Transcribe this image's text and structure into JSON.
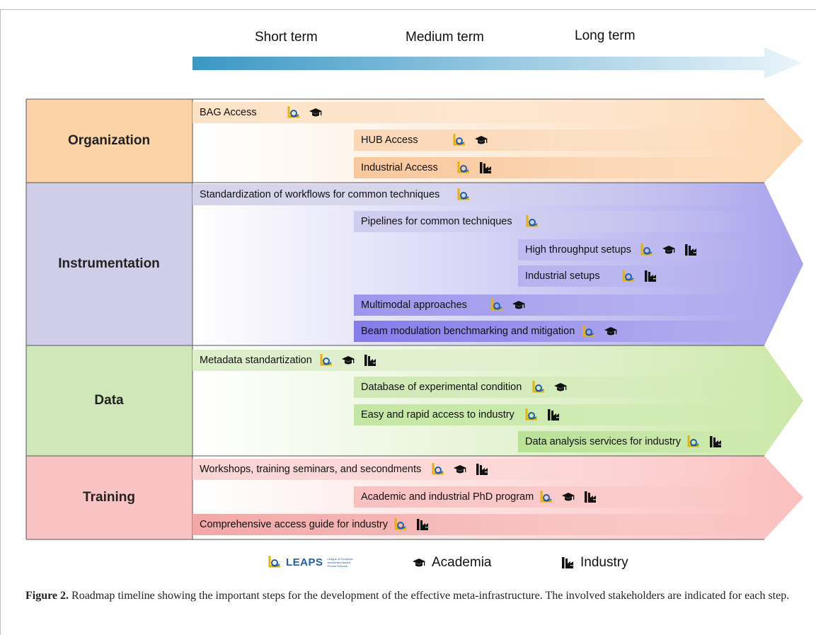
{
  "timeline": {
    "phases": [
      "Short term",
      "Medium term",
      "Long term"
    ]
  },
  "categories": [
    {
      "name": "Organization",
      "color": "#fbd3ad",
      "steps": [
        {
          "label": "BAG Access",
          "stakeholders": [
            "LEAPS",
            "Academia"
          ]
        },
        {
          "label": "HUB Access",
          "stakeholders": [
            "LEAPS",
            "Academia"
          ]
        },
        {
          "label": "Industrial Access",
          "stakeholders": [
            "LEAPS",
            "Industry"
          ]
        }
      ]
    },
    {
      "name": "Instrumentation",
      "color": "#dad9e6",
      "steps": [
        {
          "label": "Standardization of workflows for common techniques",
          "stakeholders": [
            "LEAPS"
          ]
        },
        {
          "label": "Pipelines for common techniques",
          "stakeholders": [
            "LEAPS"
          ]
        },
        {
          "label": "High throughput setups",
          "stakeholders": [
            "LEAPS",
            "Academia",
            "Industry"
          ]
        },
        {
          "label": "Industrial setups",
          "stakeholders": [
            "LEAPS",
            "Industry"
          ]
        },
        {
          "label": "Multimodal approaches",
          "stakeholders": [
            "LEAPS",
            "Academia"
          ]
        },
        {
          "label": "Beam modulation benchmarking and mitigation",
          "stakeholders": [
            "LEAPS",
            "Academia"
          ]
        }
      ]
    },
    {
      "name": "Data",
      "color": "#dce9d0",
      "steps": [
        {
          "label": "Metadata standartization",
          "stakeholders": [
            "LEAPS",
            "Academia",
            "Industry"
          ]
        },
        {
          "label": "Database of experimental condition",
          "stakeholders": [
            "LEAPS",
            "Academia"
          ]
        },
        {
          "label": "Easy and rapid access to industry",
          "stakeholders": [
            "LEAPS",
            "Industry"
          ]
        },
        {
          "label": "Data analysis services for industry",
          "stakeholders": [
            "LEAPS",
            "Industry"
          ]
        }
      ]
    },
    {
      "name": "Training",
      "color": "#f8d3d3",
      "steps": [
        {
          "label": "Workshops, training seminars, and secondments",
          "stakeholders": [
            "LEAPS",
            "Academia",
            "Industry"
          ]
        },
        {
          "label": "Academic and industrial PhD program",
          "stakeholders": [
            "LEAPS",
            "Academia",
            "Industry"
          ]
        },
        {
          "label": "Comprehensive access guide for industry",
          "stakeholders": [
            "LEAPS",
            "Industry"
          ]
        }
      ]
    }
  ],
  "legend": {
    "leaps": "LEAPS",
    "leaps_tagline": "League of European Accelerator-based Photon Sources",
    "academia": "Academia",
    "industry": "Industry"
  },
  "caption": {
    "label": "Figure 2.",
    "text": " Roadmap timeline showing the important steps for the development of the effective meta-infrastructure. The involved stakeholders are indicated for each step."
  }
}
